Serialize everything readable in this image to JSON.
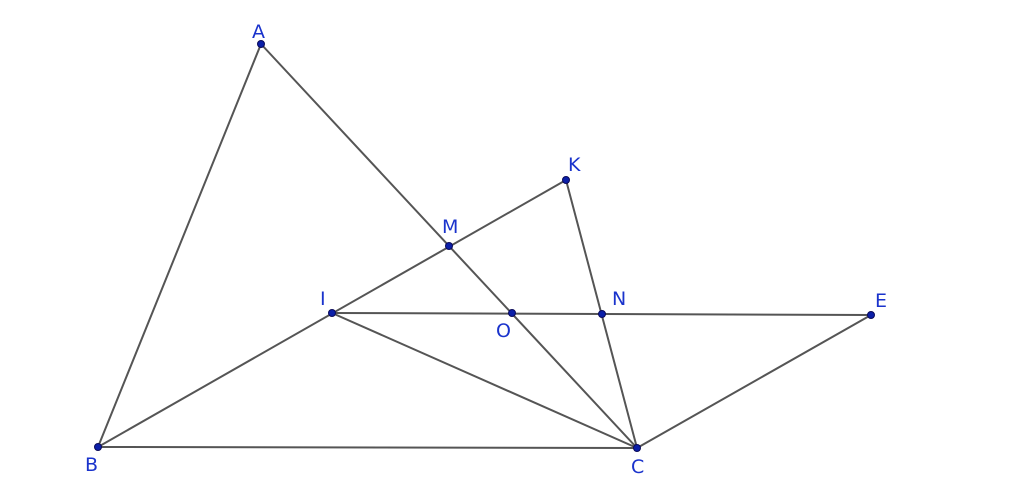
{
  "diagram": {
    "points": [
      {
        "id": "A",
        "label": "A"
      },
      {
        "id": "B",
        "label": "B"
      },
      {
        "id": "C",
        "label": "C"
      },
      {
        "id": "K",
        "label": "K"
      },
      {
        "id": "M",
        "label": "M"
      },
      {
        "id": "I",
        "label": "I"
      },
      {
        "id": "O",
        "label": "O"
      },
      {
        "id": "N",
        "label": "N"
      },
      {
        "id": "E",
        "label": "E"
      }
    ],
    "segments": [
      [
        "A",
        "B"
      ],
      [
        "A",
        "C"
      ],
      [
        "B",
        "C"
      ],
      [
        "B",
        "K"
      ],
      [
        "K",
        "C"
      ],
      [
        "I",
        "E"
      ],
      [
        "I",
        "C"
      ],
      [
        "C",
        "E"
      ]
    ],
    "colors": {
      "line": "#555555",
      "point": "#0b1fa8",
      "label": "#1a33cc"
    }
  }
}
